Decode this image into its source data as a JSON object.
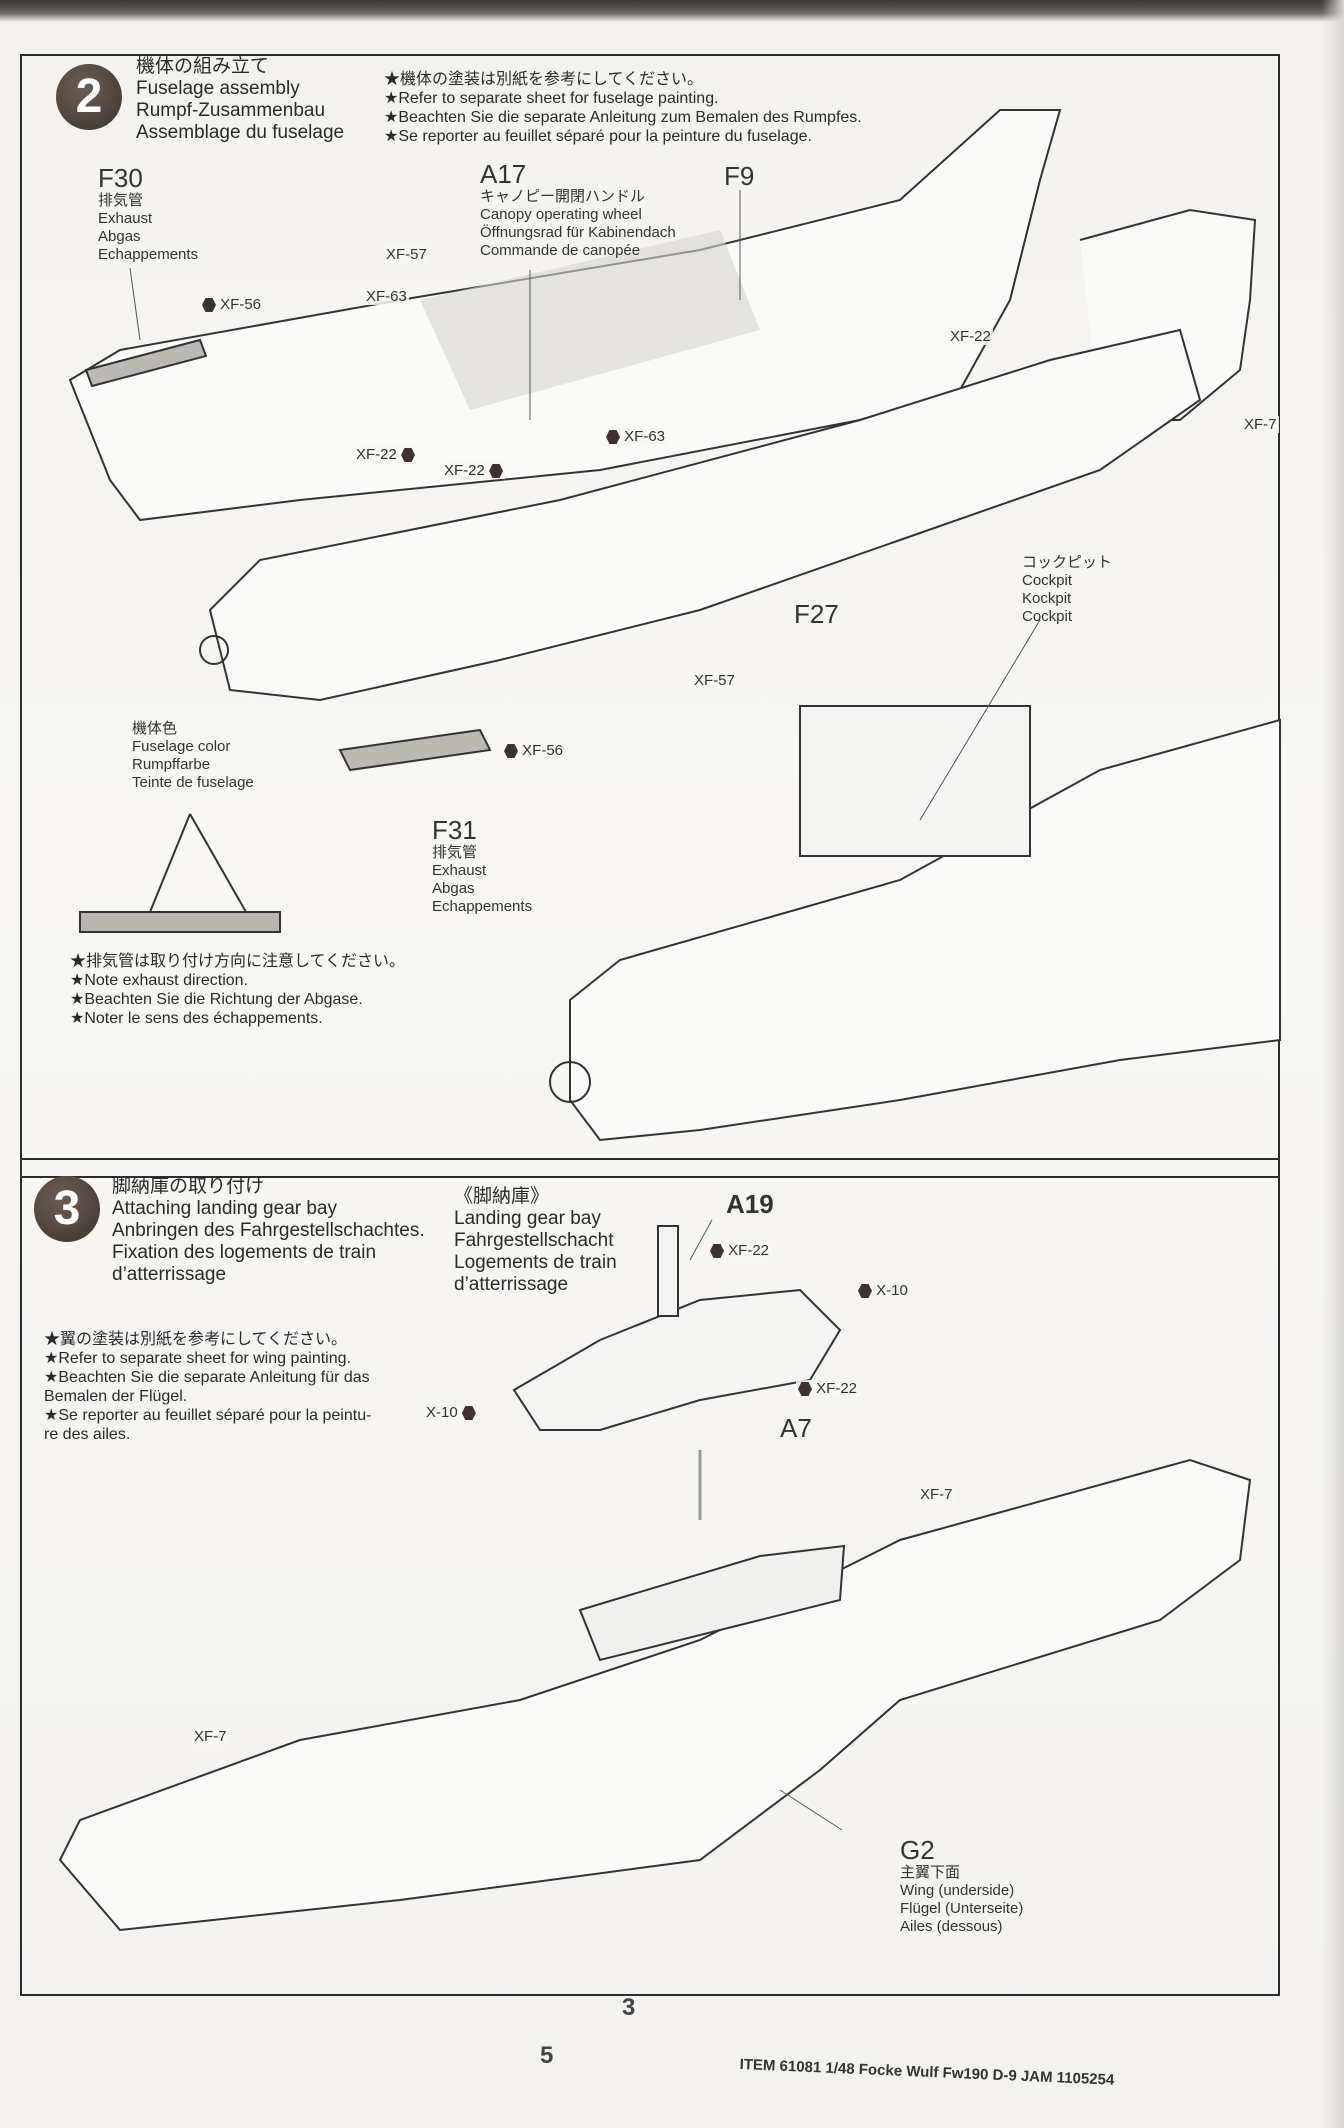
{
  "step2": {
    "number": "2",
    "title_jp": "機体の組み立て",
    "title_en": "Fuselage assembly",
    "title_de": "Rumpf-Zusammenbau",
    "title_fr": "Assemblage du fuselage",
    "notes": [
      "★機体の塗装は別紙を参考にしてください。",
      "★Refer to separate sheet for fuselage painting.",
      "★Beachten Sie die separate Anleitung zum Bemalen des Rumpfes.",
      "★Se reporter au feuillet séparé pour la peinture du fuselage."
    ],
    "parts": {
      "f30": {
        "code": "F30",
        "jp": "排気管",
        "en": "Exhaust",
        "de": "Abgas",
        "fr": "Echappements"
      },
      "a17": {
        "code": "A17",
        "jp": "キャノピー開閉ハンドル",
        "en": "Canopy operating wheel",
        "de": "Öffnungsrad für Kabinendach",
        "fr": "Commande de canopée"
      },
      "f9": {
        "code": "F9"
      },
      "f27": {
        "code": "F27"
      },
      "f31": {
        "code": "F31",
        "jp": "排気管",
        "en": "Exhaust",
        "de": "Abgas",
        "fr": "Echappements"
      },
      "cockpit": {
        "jp": "コックピット",
        "en": "Cockpit",
        "de": "Kockpit",
        "fr": "Cockpit"
      }
    },
    "fuselage_color": {
      "jp": "機体色",
      "en": "Fuselage color",
      "de": "Rumpffarbe",
      "fr": "Teinte de fuselage"
    },
    "exhaust_notes": [
      "★排気管は取り付け方向に注意してください。",
      "★Note exhaust direction.",
      "★Beachten Sie die Richtung der Abgase.",
      "★Noter le sens des échappements."
    ],
    "paints": {
      "p1": "XF-56",
      "p2": "XF-57",
      "p3": "XF-63",
      "p4": "XF-22",
      "p5": "XF-22",
      "p6": "XF-63",
      "p7": "XF-22",
      "p8": "XF-7",
      "p9": "XF-57",
      "p10": "XF-56"
    }
  },
  "step3": {
    "number": "3",
    "title_jp": "脚納庫の取り付け",
    "title_en": "Attaching landing gear bay",
    "title_de": "Anbringen des Fahrgestellschachtes.",
    "title_fr1": "Fixation des logements de train",
    "title_fr2": "d’atterrissage",
    "bay": {
      "jp": "《脚納庫》",
      "en": "Landing gear bay",
      "de": "Fahrgestellschacht",
      "fr1": "Logements de train",
      "fr2": "d’atterrissage"
    },
    "notes": [
      "★翼の塗装は別紙を参考にしてください。",
      "★Refer to separate sheet for wing painting.",
      "★Beachten Sie die separate Anleitung für das",
      "Bemalen der Flügel.",
      "★Se reporter au feuillet séparé pour la peintu-",
      "re des ailes."
    ],
    "parts": {
      "a19": "A19",
      "a7": "A7",
      "g2": {
        "code": "G2",
        "jp": "主翼下面",
        "en": "Wing (underside)",
        "de": "Flügel (Unterseite)",
        "fr": "Ailes (dessous)"
      }
    },
    "paints": {
      "p1": "XF-22",
      "p2": "X-10",
      "p3": "X-10",
      "p4": "XF-22",
      "p5": "XF-7",
      "p6": "XF-7"
    }
  },
  "page_numbers": {
    "inner": "3",
    "outer": "5"
  },
  "footer": "ITEM 61081 1/48  Focke Wulf Fw190 D-9 JAM 1105254"
}
